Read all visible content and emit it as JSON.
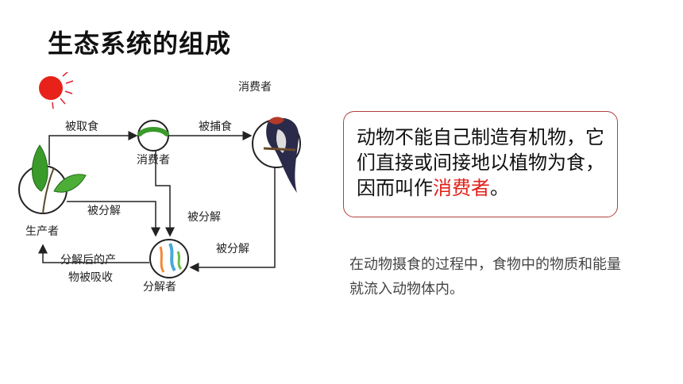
{
  "title": "生态系统的组成",
  "diagram": {
    "labels": {
      "consumer_top": "消费者",
      "consumer_mid": "消费者",
      "producer": "生产者",
      "decomposer": "分解者",
      "eaten": "被取食",
      "captured": "被捕食",
      "decomposed_1": "被分解",
      "decomposed_2": "被分解",
      "decomposed_3": "被分解",
      "absorbed_line1": "分解后的产",
      "absorbed_line2": "物被吸收"
    },
    "colors": {
      "sun": "#e8221a",
      "leaf": "#3a9a2a",
      "arrow": "#222222"
    }
  },
  "callout": {
    "text_before": "动物不能自己制造有机物，它们直接或间接地以植物为食，因而叫作",
    "highlight": "消费者",
    "text_after": "。",
    "highlight_color": "#e0201a",
    "border_color": "#b0413e"
  },
  "note": "在动物摄食的过程中，食物中的物质和能量就流入动物体内。"
}
